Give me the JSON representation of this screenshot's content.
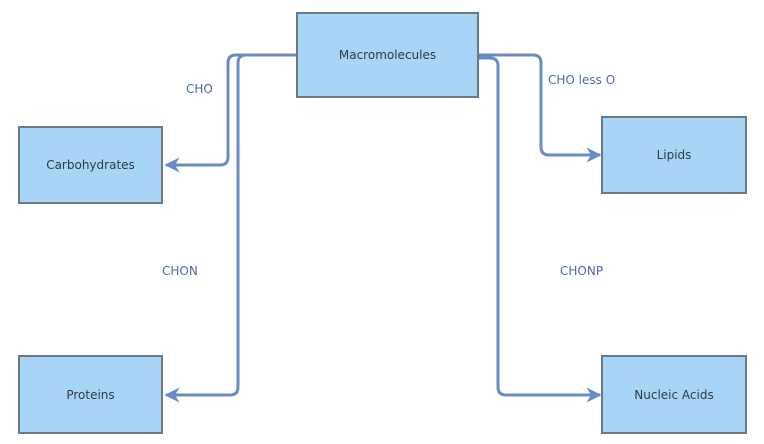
{
  "nodes": {
    "root": "Macromolecules",
    "carbohydrates": "Carbohydrates",
    "lipids": "Lipids",
    "proteins": "Proteins",
    "nucleic_acids": "Nucleic Acids"
  },
  "edges": {
    "to_carbohydrates": "CHO",
    "to_lipids": "CHO less O",
    "to_proteins": "CHON",
    "to_nucleic_acids": "CHONP"
  },
  "colors": {
    "node_fill": "#a8d5f5",
    "node_border": "#6b7886",
    "connector": "#6b8bc4",
    "label_text": "#4c6aa6"
  }
}
